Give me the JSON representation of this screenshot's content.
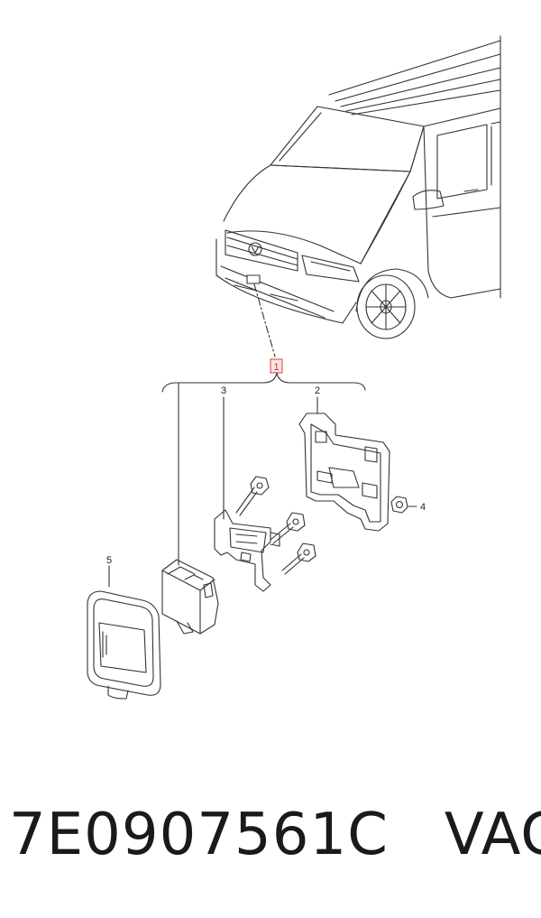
{
  "diagram": {
    "callouts": {
      "assembly": "1",
      "bracket": "2",
      "mount": "3",
      "nut": "4",
      "cover": "5"
    },
    "colors": {
      "line": "#333333",
      "highlight": "#c0392b",
      "highlight_fill": "#fbe3e3"
    }
  },
  "caption": {
    "part_number": "7E0907561C",
    "brand": "VAG"
  }
}
